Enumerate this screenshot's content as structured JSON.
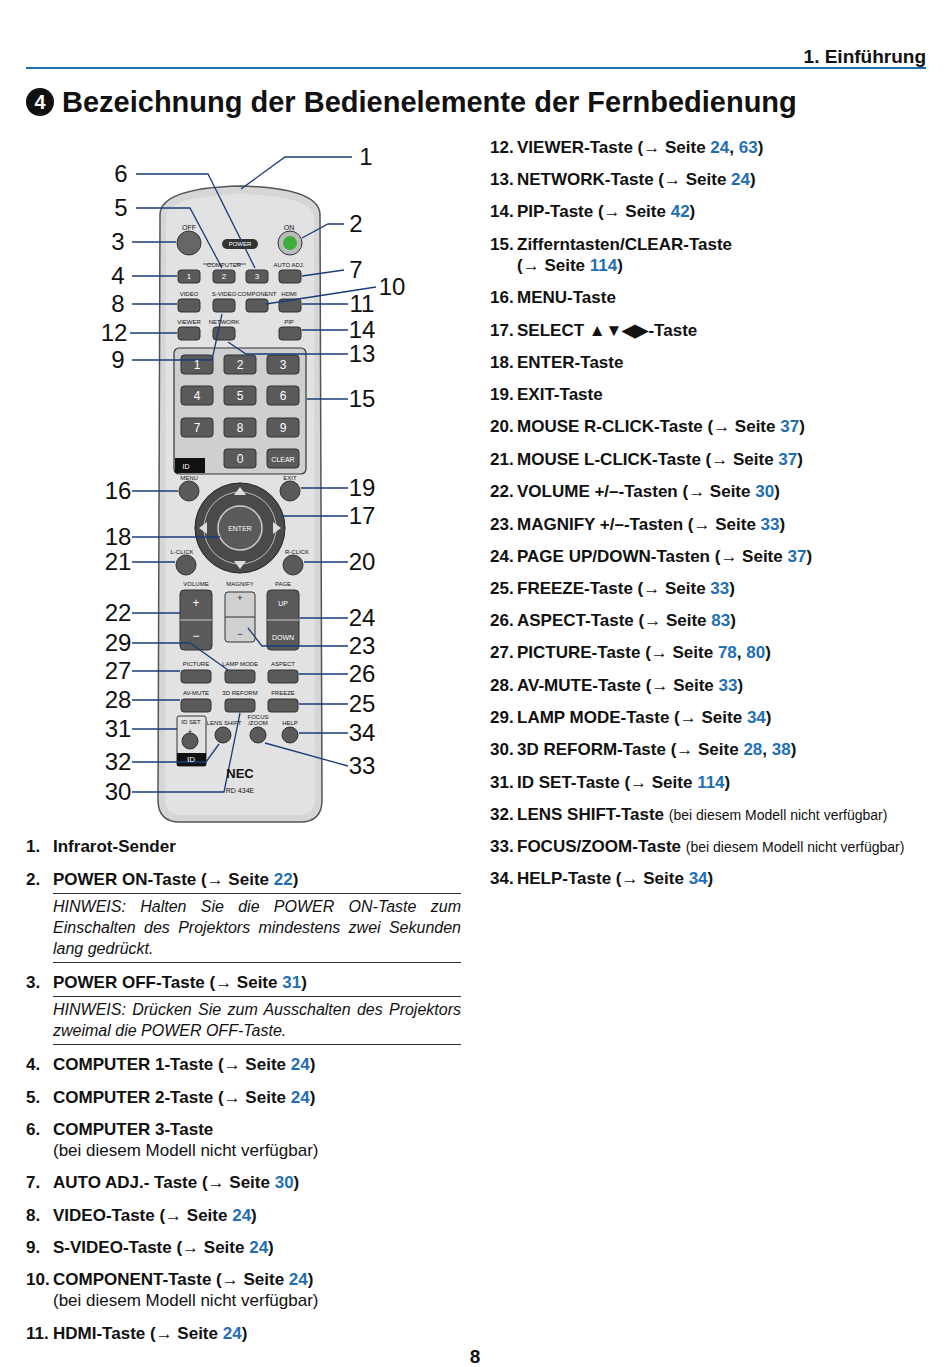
{
  "diagram": {
    "title": "Bezeichnung der Bedienelemente der Fernbedienung",
    "labels": [
      "1. Einführung",
      "4",
      "OFF",
      "ON",
      "POWER",
      "COMPUTER",
      "1",
      "2",
      "3",
      "AUTO ADJ.",
      "VIDEO",
      "S-VIDEO",
      "COMPONENT",
      "HDMI",
      "VIEWER",
      "NETWORK",
      "PIP",
      "1",
      "2",
      "3",
      "4",
      "5",
      "6",
      "7",
      "8",
      "9",
      "0",
      "CLEAR",
      "ID",
      "MENU",
      "EXIT",
      "ENTER",
      "L-CLICK",
      "R-CLICK",
      "VOLUME",
      "MAGNIFY",
      "PAGE",
      "+",
      "−",
      "+",
      "−",
      "UP",
      "DOWN",
      "PICTURE",
      "LAMP MODE",
      "ASPECT",
      "AV-MUTE",
      "3D REFORM",
      "FREEZE",
      "ID SET",
      "+",
      "LENS SHIFT",
      "FOCUS /ZOOM",
      "HELP",
      "ID",
      "NEC",
      "RD 434E",
      "6",
      "1",
      "5",
      "2",
      "3",
      "4",
      "7",
      "10",
      "8",
      "11",
      "12",
      "14",
      "9",
      "13",
      "15",
      "16",
      "19",
      "17",
      "18",
      "21",
      "20",
      "22",
      "24",
      "29",
      "23",
      "27",
      "26",
      "28",
      "25",
      "31",
      "34",
      "32",
      "33",
      "30",
      "1.",
      "Infrarot-Sender",
      "2.",
      "POWER ON-Taste (→ Seite",
      "22",
      ")",
      "HINWEIS: Halten Sie die POWER ON-Taste zum Einschalten des Projektors mindestens zwei Sekunden lang gedrückt.",
      "3.",
      "POWER OFF-Taste (→ Seite",
      "31",
      ")",
      "HINWEIS: Drücken Sie zum Ausschalten des Projektors zweimal die POWER OFF-Taste.",
      "4.",
      "COMPUTER 1-Taste (→ Seite",
      "24",
      ")",
      "5.",
      "COMPUTER 2-Taste (→ Seite",
      "24",
      ")",
      "6.",
      "COMPUTER 3-Taste",
      "(bei diesem Modell nicht verfügbar)",
      "7.",
      "AUTO ADJ.- Taste (→ Seite",
      "30",
      ")",
      "8.",
      "VIDEO-Taste (→ Seite",
      "24",
      ")",
      "9.",
      "S-VIDEO-Taste (→ Seite",
      "24",
      ")",
      "10.",
      "COMPONENT-Taste (→ Seite",
      "24",
      ")",
      "(bei diesem Modell nicht verfügbar)",
      "11.",
      "HDMI-Taste (→ Seite",
      "24",
      ")",
      "12.",
      "VIEWER-Taste (→ Seite",
      "24",
      ",",
      "63",
      ")",
      "13.",
      "NETWORK-Taste (→ Seite",
      "24",
      ")",
      "14.",
      "PIP-Taste (→ Seite",
      "42",
      ")",
      "15.",
      "Zifferntasten/CLEAR-Taste",
      "(→ Seite",
      "114",
      ")",
      "16.",
      "MENU-Taste",
      "17.",
      "SELECT ▲▼◀▶-Taste",
      "18.",
      "ENTER-Taste",
      "19.",
      "EXIT-Taste",
      "20.",
      "MOUSE R-CLICK-Taste (→ Seite",
      "37",
      ")",
      "21.",
      "MOUSE L-CLICK-Taste (→ Seite",
      "37",
      ")",
      "22.",
      "VOLUME +/–-Tasten (→ Seite",
      "30",
      ")",
      "23.",
      "MAGNIFY +/–-Tasten (→ Seite",
      "33",
      ")",
      "24.",
      "PAGE UP/DOWN-Tasten (→ Seite",
      "37",
      ")",
      "25.",
      "FREEZE-Taste (→ Seite",
      "33",
      ")",
      "26.",
      "ASPECT-Taste (→ Seite",
      "83",
      ")",
      "27.",
      "PICTURE-Taste (→ Seite",
      "78",
      ",",
      "80",
      ")",
      "28.",
      "AV-MUTE-Taste (→ Seite",
      "33",
      ")",
      "29.",
      "LAMP MODE-Taste (→ Seite",
      "34",
      ")",
      "30.",
      "3D REFORM-Taste (→ Seite",
      "28",
      ",",
      "38",
      ")",
      "31.",
      "ID SET-Taste (→ Seite",
      "114",
      ")",
      "32.",
      "LENS SHIFT-Taste",
      "(bei diesem Modell nicht verfügbar)",
      "33.",
      "FOCUS/ZOOM-Taste",
      "(bei diesem Modell nicht verfügbar)",
      "34.",
      "HELP-Taste (→ Seite",
      "34",
      ")",
      "8"
    ]
  }
}
